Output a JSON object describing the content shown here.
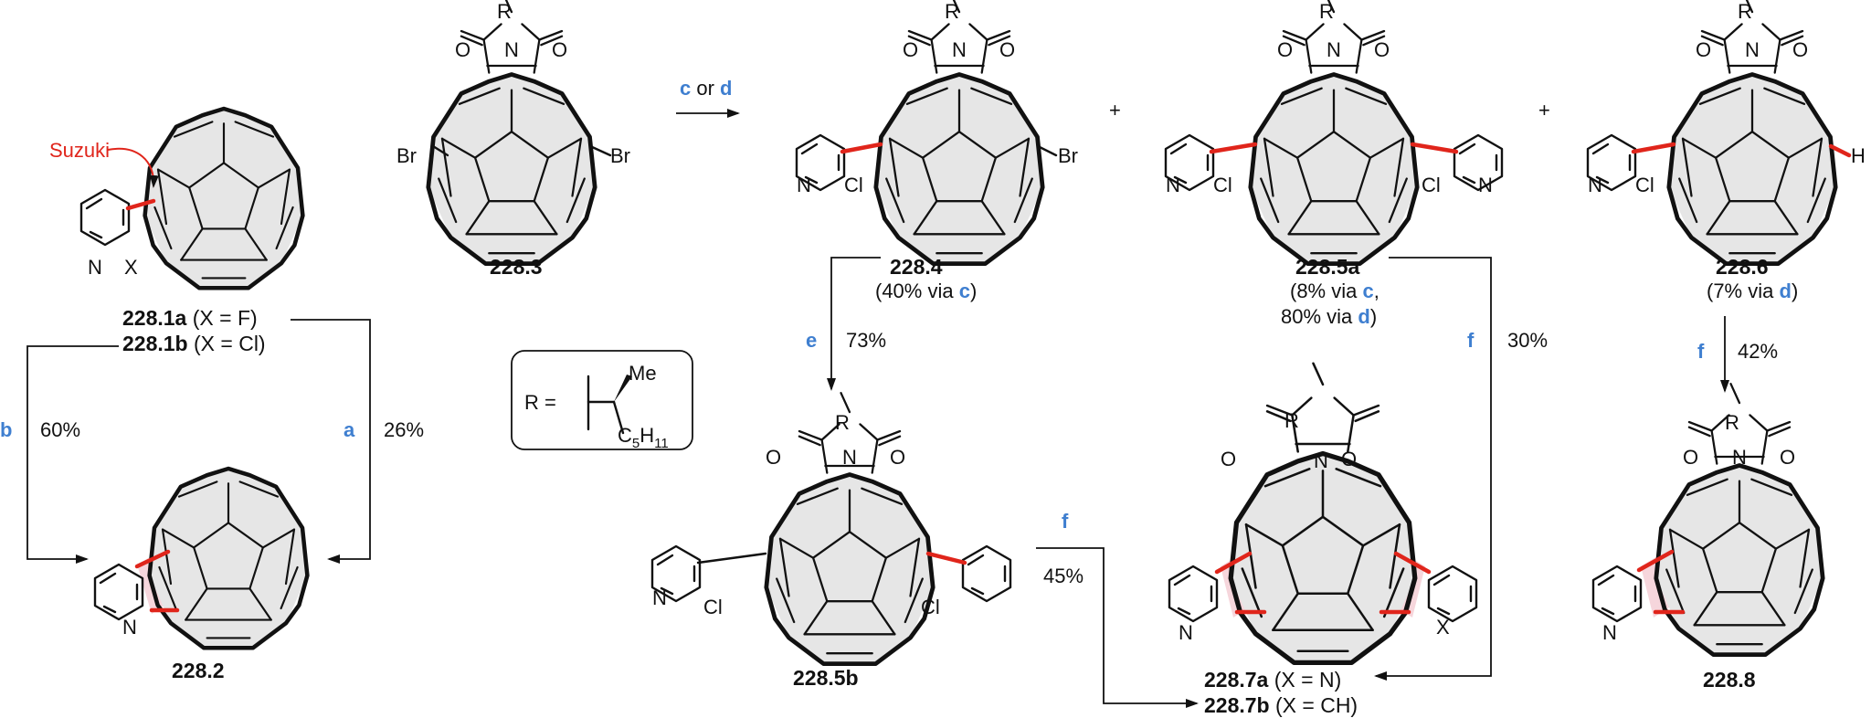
{
  "substituent": {
    "r": "R",
    "n": "N",
    "o": "O",
    "br": "Br",
    "cl": "Cl",
    "x": "X",
    "h": "H",
    "me": "Me",
    "c5": "C",
    "c5_sub": "5",
    "c5_h": "H",
    "c5_h_sub": "11",
    "r_def": "R ="
  },
  "labels": {
    "suzuki": "Suzuki",
    "plus": "+"
  },
  "compounds": {
    "c2281a": "228.1a",
    "c2281a_sfx": " (X = F)",
    "c2281b": "228.1b",
    "c2281b_sfx": " (X = Cl)",
    "c2282": "228.2",
    "c2283": "228.3",
    "c2284": "228.4",
    "c2284_y1": "(40% via ",
    "c2284_y2": ")",
    "c2285a": "228.5a",
    "c2285a_y1": "(8% via ",
    "c2285a_y2": ",",
    "c2285a_y3": "80% via ",
    "c2285a_y4": ")",
    "c2285b": "228.5b",
    "c2286": "228.6",
    "c2286_y1": "(7% via ",
    "c2286_y2": ")",
    "c2287a": "228.7a",
    "c2287a_sfx": " (X = N)",
    "c2287b": "228.7b",
    "c2287b_sfx": " (X = CH)",
    "c2288": "228.8"
  },
  "conditions": {
    "a": "a",
    "b": "b",
    "c": "c",
    "or": " or ",
    "d": "d",
    "e": "e",
    "f": "f"
  },
  "yields": {
    "b_yield": "60%",
    "a_yield": "26%",
    "e_yield": "73%",
    "f_5a": "30%",
    "f_6": "42%",
    "f_5b": "45%"
  },
  "colors": {
    "new_bond": "#e0251b",
    "condition": "#3f7fd0",
    "core_fill": "#e6e6e6",
    "new_ring_fill": "#f6d6dc"
  }
}
